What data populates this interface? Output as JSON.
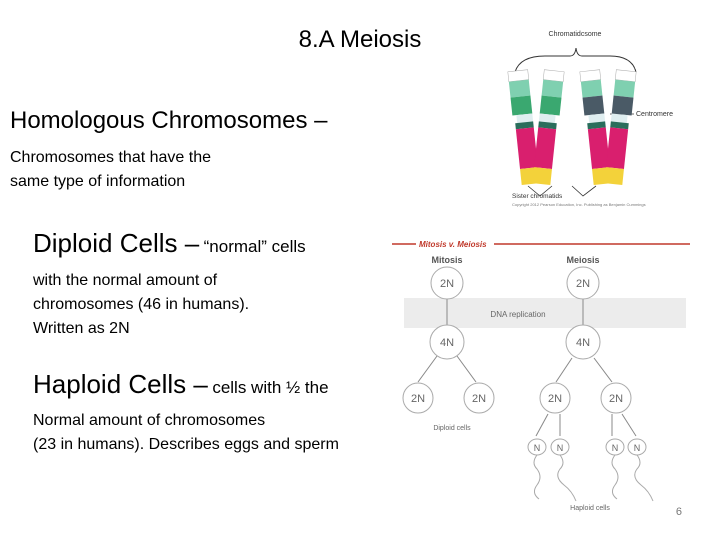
{
  "slide": {
    "title": "8.A Meiosis",
    "homologous_heading": "Homologous Chromosomes –",
    "homologous_def": [
      "Chromosomes that have the",
      "same type of information"
    ],
    "diploid_heading": "Diploid Cells –",
    "diploid_heading_small": "“normal” cells",
    "diploid_def": [
      "with the normal amount of",
      "chromosomes (46 in humans).",
      "Written as 2N"
    ],
    "haploid_heading": "Haploid Cells –",
    "haploid_heading_small": "cells with ½ the",
    "haploid_def": [
      "Normal amount of chromosomes",
      "(23 in humans). Describes eggs and sperm"
    ],
    "page_number": "6"
  },
  "chromosome_figure": {
    "label_top": "Chromatidcsome",
    "label_right": "Centromere",
    "label_bottom": "Sister chromatids",
    "caption": "Copyright 2012 Pearson Education, Inc. Publishing as Benjamin Cummings",
    "colors": [
      "#ffffff",
      "#7fd0b0",
      "#3aa870",
      "#dfeef0",
      "#d91f6e",
      "#f3d23a"
    ]
  },
  "meiosis_figure": {
    "title": "Mitosis v. Meiosis",
    "col_mitosis": "Mitosis",
    "col_meiosis": "Meiosis",
    "replication_band": "DNA replication",
    "cell_2n": "2N",
    "cell_4n": "4N",
    "cell_n": "N",
    "diploid_cells_label": "Diploid cells",
    "haploid_cells_label": "Haploid cells",
    "accent": "#c0392b"
  }
}
